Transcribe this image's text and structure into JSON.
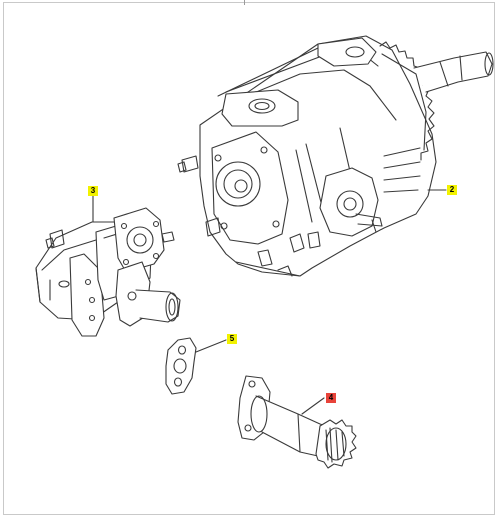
{
  "colors": {
    "background": "#ffffff",
    "line": "#3a3a3a",
    "frame": "#c9c9c9",
    "callout_yellow": "#f2f200",
    "callout_red": "#e8433a"
  },
  "callouts": [
    {
      "id": "c2",
      "label": "2",
      "color": "#f2f200"
    },
    {
      "id": "c3",
      "label": "3",
      "color": "#f2f200"
    },
    {
      "id": "c5",
      "label": "5",
      "color": "#f2f200"
    },
    {
      "id": "c4",
      "label": "4",
      "color": "#e8433a"
    }
  ]
}
